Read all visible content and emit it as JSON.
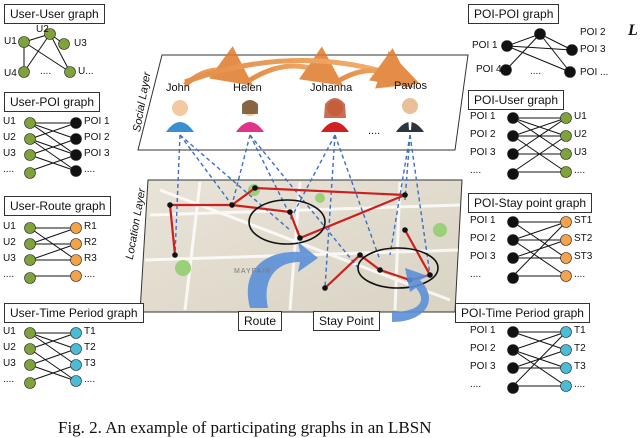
{
  "panels": {
    "user_user": {
      "title": "User-User graph",
      "nodes": [
        "U1",
        "U2",
        "U3",
        "U4",
        "U..."
      ]
    },
    "user_poi": {
      "title": "User-POI graph",
      "left": [
        "U1",
        "U2",
        "U3",
        "...."
      ],
      "right": [
        "POI 1",
        "POI 2",
        "POI 3",
        "...."
      ]
    },
    "user_route": {
      "title": "User-Route graph",
      "left": [
        "U1",
        "U2",
        "U3",
        "...."
      ],
      "right": [
        "R1",
        "R2",
        "R3",
        "...."
      ]
    },
    "user_time": {
      "title": "User-Time Period graph",
      "left": [
        "U1",
        "U2",
        "U3",
        "...."
      ],
      "right": [
        "T1",
        "T2",
        "T3",
        "...."
      ]
    },
    "poi_poi": {
      "title": "POI-POI graph",
      "nodes": [
        "POI 1",
        "POI 2",
        "POI 3",
        "POI 4",
        "POI ..."
      ]
    },
    "poi_user": {
      "title": "POI-User graph",
      "left": [
        "POI 1",
        "POI 2",
        "POI 3",
        "...."
      ],
      "right": [
        "U1",
        "U2",
        "U3",
        "...."
      ]
    },
    "poi_stay": {
      "title": "POI-Stay point graph",
      "left": [
        "POI 1",
        "POI 2",
        "POI 3",
        "...."
      ],
      "right": [
        "ST1",
        "ST2",
        "ST3",
        "...."
      ]
    },
    "poi_time": {
      "title": "POI-Time Period graph",
      "left": [
        "POI 1",
        "POI 2",
        "POI 3",
        "...."
      ],
      "right": [
        "T1",
        "T2",
        "T3",
        "...."
      ]
    }
  },
  "layers": {
    "social": "Social Layer",
    "location": "Location Layer"
  },
  "people": [
    "John",
    "Helen",
    "Johanna",
    "Pavlos",
    "...."
  ],
  "callouts": {
    "route": "Route",
    "stay_point": "Stay Point"
  },
  "map_label": "MAYFAIR",
  "caption": "Fig. 2. An example of participating graphs in an LBSN",
  "side_letter": "L",
  "colors": {
    "green": "#7fa23a",
    "black": "#111111",
    "orange": "#f5a24c",
    "cyan": "#4bbcd6",
    "route": "#cc1f1f",
    "link": "#3b6fc4"
  }
}
